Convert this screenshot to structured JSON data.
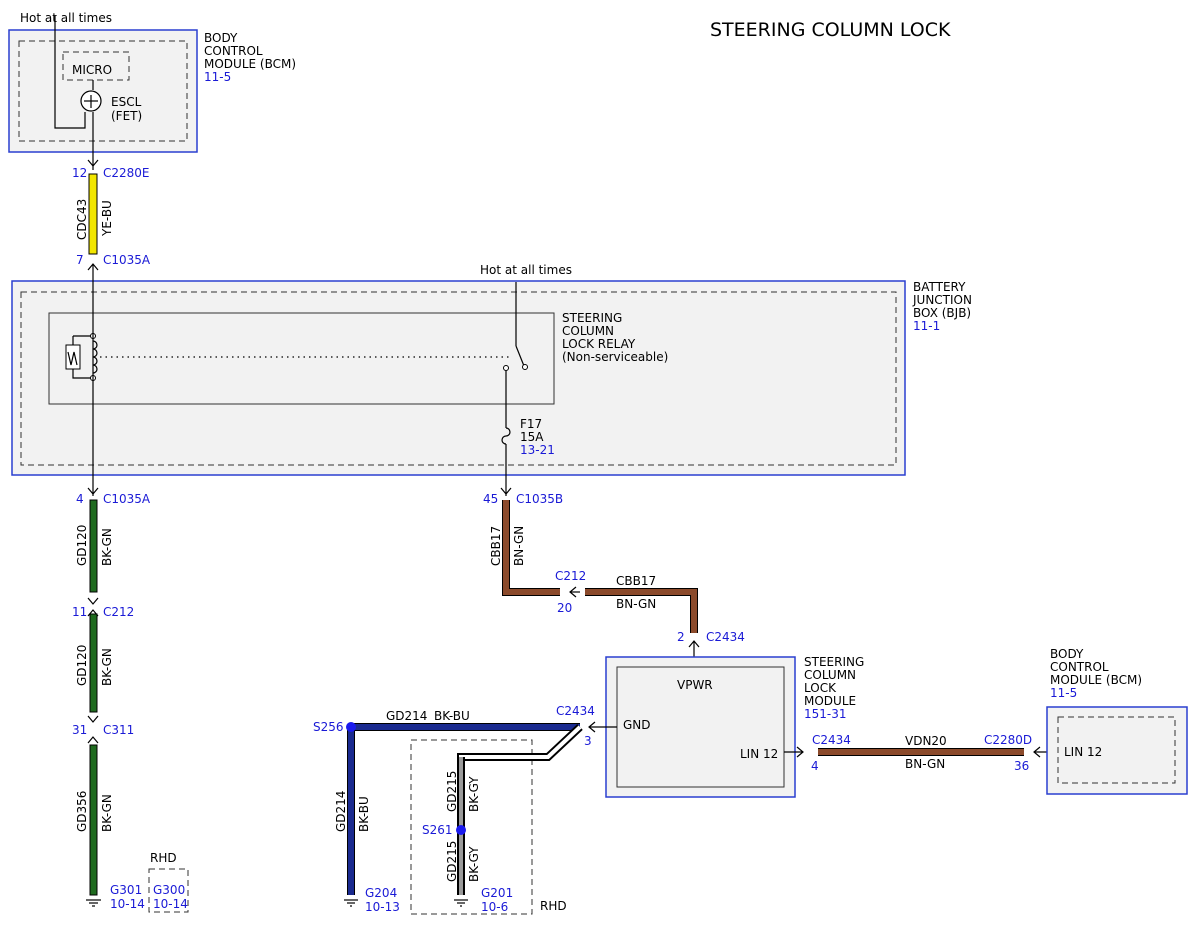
{
  "title": "STEERING COLUMN LOCK",
  "bcm_top": {
    "hot_label": "Hot at all times",
    "name_lines": [
      "BODY",
      "CONTROL",
      "MODULE (BCM)"
    ],
    "ref": "11-5",
    "micro": "MICRO",
    "escl_lines": [
      "ESCL",
      "(FET)"
    ]
  },
  "wire_cdc43": {
    "pin_top": "12",
    "conn_top": "C2280E",
    "circuit": "CDC43",
    "color": "YE-BU",
    "pin_bottom": "7",
    "conn_bottom": "C1035A"
  },
  "bjb": {
    "hot_label": "Hot at all times",
    "name_lines": [
      "BATTERY",
      "JUNCTION",
      "BOX (BJB)"
    ],
    "ref": "11-1",
    "relay_lines": [
      "STEERING",
      "COLUMN",
      "LOCK RELAY",
      "(Non-serviceable)"
    ],
    "fuse_name": "F17",
    "fuse_rating": "15A",
    "fuse_ref": "13-21"
  },
  "ground_chain": {
    "c1035a_pin": "4",
    "c1035a_conn": "C1035A",
    "gd120_circuit": "GD120",
    "gd120_color": "BK-GN",
    "c212_pin": "11",
    "c212_conn": "C212",
    "gd120b_circuit": "GD120",
    "gd120b_color": "BK-GN",
    "c311_pin": "31",
    "c311_conn": "C311",
    "gd356_circuit": "GD356",
    "gd356_color": "BK-GN",
    "g301": "G301",
    "g301_ref": "10-14",
    "g300": "G300",
    "g300_ref": "10-14",
    "rhd": "RHD"
  },
  "power_chain": {
    "c1035b_pin": "45",
    "c1035b_conn": "C1035B",
    "cbb17_circuit": "CBB17",
    "cbb17_color": "BN-GN",
    "c212_conn": "C212",
    "c212_pin": "20",
    "cbb17b_circuit": "CBB17",
    "cbb17b_color": "BN-GN",
    "c2434_pin": "2",
    "c2434_conn": "C2434"
  },
  "sclm": {
    "name_lines": [
      "STEERING",
      "COLUMN",
      "LOCK",
      "MODULE"
    ],
    "ref": "151-31",
    "vpwr": "VPWR",
    "gnd": "GND",
    "lin": "LIN 12"
  },
  "gnd_side": {
    "s256": "S256",
    "gd214_circuit": "GD214",
    "gd214_color": "BK-BU",
    "c2434_conn": "C2434",
    "c2434_pin": "3",
    "gd214v_circuit": "GD214",
    "gd214v_color": "BK-BU",
    "g204": "G204",
    "g204_ref": "10-13",
    "gd215_circuit": "GD215",
    "gd215_color": "BK-GY",
    "s261": "S261",
    "gd215b_circuit": "GD215",
    "gd215b_color": "BK-GY",
    "g201": "G201",
    "g201_ref": "10-6",
    "rhd": "RHD"
  },
  "lin_side": {
    "c2434_conn": "C2434",
    "c2434_pin": "4",
    "circuit": "VDN20",
    "color": "BN-GN",
    "c2280d_conn": "C2280D",
    "c2280d_pin": "36",
    "bcm_name_lines": [
      "BODY",
      "CONTROL",
      "MODULE (BCM)"
    ],
    "bcm_ref": "11-5",
    "bcm_lin": "LIN 12"
  },
  "wire_colors": {
    "yellow": "#f2e600",
    "green": "#1f6b1f",
    "brown": "#8b4a2b",
    "blue": "#1a2a8f",
    "gray": "#9a9a9a",
    "label_blue": "#1a1ad6",
    "frame_blue": "#2a3fd0"
  }
}
